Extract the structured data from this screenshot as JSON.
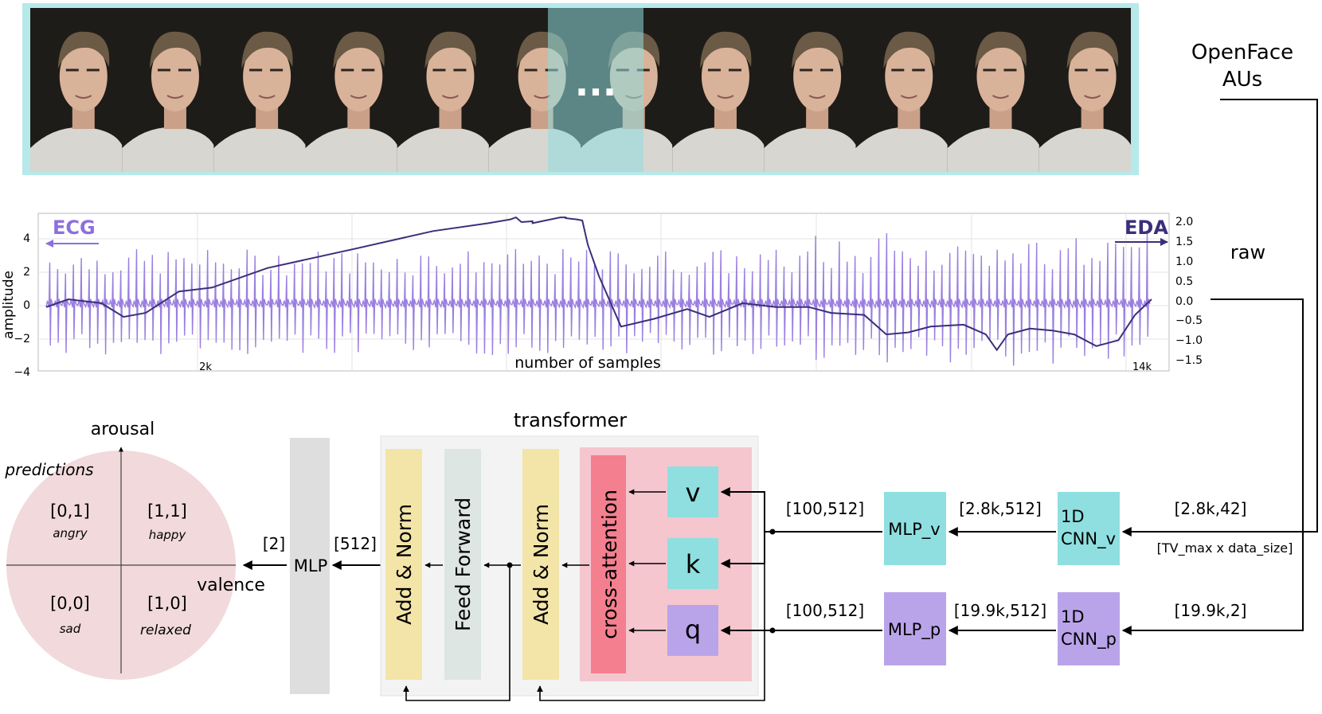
{
  "video": {
    "ellipsis": "...",
    "frame_count": 12
  },
  "openface": {
    "line1": "OpenFace",
    "line2": "AUs"
  },
  "raw_label": "raw",
  "signal_plot": {
    "ecg_label": "ECG",
    "eda_label": "EDA",
    "ylabel": "amplitude",
    "xlabel": "number of samples",
    "left_ticks": [
      "4",
      "2",
      "0",
      "−2",
      "−4"
    ],
    "right_ticks": [
      "2.0",
      "1.5",
      "1.0",
      "0.5",
      "0.0",
      "−0.5",
      "−1.0",
      "−1.5"
    ],
    "x_ticks": [
      "2k",
      "14k"
    ],
    "ecg_color": "#9b7fe0",
    "eda_color": "#3a2f7a"
  },
  "emotion": {
    "arousal": "arousal",
    "valence": "valence",
    "predictions": "predictions",
    "q01": "[0,1]",
    "q01_name": "angry",
    "q11": "[1,1]",
    "q11_name": "happy",
    "q00": "[0,0]",
    "q00_name": "sad",
    "q10": "[1,0]",
    "q10_name": "relaxed"
  },
  "arch": {
    "transformer": "transformer",
    "mlp": "MLP",
    "add_norm": "Add & Norm",
    "feed_forward": "Feed Forward",
    "cross_attention": "cross-attention",
    "v": "v",
    "k": "k",
    "q": "q",
    "mlp_v": "MLP_v",
    "mlp_p": "MLP_p",
    "cnn_v_1": "1D",
    "cnn_v_2": "CNN_v",
    "cnn_p_1": "1D",
    "cnn_p_2": "CNN_p",
    "dim_out": "[2]",
    "dim_512": "[512]",
    "dim_v_mid": "[100,512]",
    "dim_p_mid": "[100,512]",
    "dim_v_cnn": "[2.8k,512]",
    "dim_p_cnn": "[19.9k,512]",
    "dim_v_in": "[2.8k,42]",
    "dim_p_in": "[19.9k,2]",
    "tv_note": "[TV_max x data_size]"
  },
  "colors": {
    "teal": "#8fdfe0",
    "purple": "#b9a4ea",
    "yellow": "#f3e4a8",
    "mint": "#dde6e2",
    "pink_panel": "#f5c6ce",
    "cross_red": "#f47f8f",
    "grey": "#dedede",
    "circle": "#f1d9dc"
  }
}
